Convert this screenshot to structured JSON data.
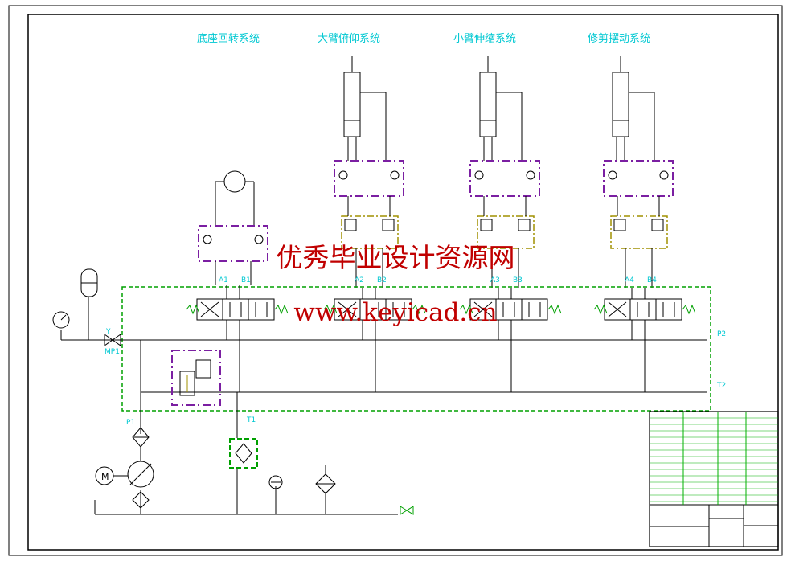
{
  "systems": [
    {
      "label": "底座回转系统"
    },
    {
      "label": "大臂俯仰系统"
    },
    {
      "label": "小臂伸缩系统"
    },
    {
      "label": "修剪摆动系统"
    }
  ],
  "ports": {
    "a1": "A1",
    "b1": "B1",
    "a2": "A2",
    "b2": "B2",
    "a3": "A3",
    "b3": "B3",
    "a4": "A4",
    "b4": "B4",
    "p1": "P1",
    "t1": "T1",
    "p2": "P2",
    "t2": "T2",
    "mp1": "MP1",
    "y": "Y"
  },
  "motor": {
    "label": "M"
  },
  "watermark": {
    "line1": "优秀毕业设计资源网",
    "line2": "www.keyicad.cn"
  },
  "colors": {
    "line": "#000000",
    "caption": "#00c8d2",
    "dashed_box": "#00a000",
    "valve_block": "#7b1fa2",
    "olive_block": "#a09000",
    "watermark": "#c00000",
    "titleblock": "#00b000"
  }
}
